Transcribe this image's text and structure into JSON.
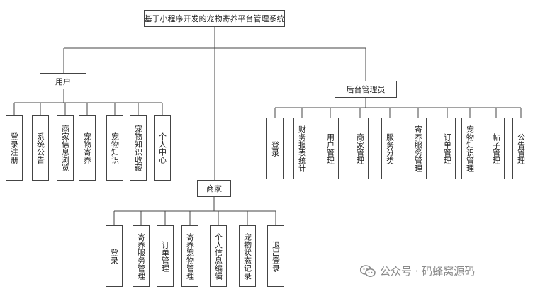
{
  "root": {
    "label": "基于小程序开发的宠物寄养平台管理系统"
  },
  "user": {
    "label": "用户",
    "items": [
      "登录注册",
      "系统公告",
      "商家信息浏览",
      "宠物寄养",
      "宠物知识",
      "宠物知识收藏",
      "个人中心"
    ]
  },
  "admin": {
    "label": "后台管理员",
    "items": [
      "登录",
      "财务报表统计",
      "用户管理",
      "商家管理",
      "服务分类",
      "寄养服务管理",
      "订单管理",
      "宠物知识管理",
      "帖子管理",
      "公告管理"
    ]
  },
  "merchant": {
    "label": "商家",
    "items": [
      "登录",
      "寄养服务管理",
      "订单管理",
      "寄养宠物管理",
      "个人信息编辑",
      "宠物状态记录",
      "退出登录"
    ]
  },
  "watermark": {
    "text": "公众号 · 码蜂窝源码",
    "icon": "wechat-icon"
  }
}
